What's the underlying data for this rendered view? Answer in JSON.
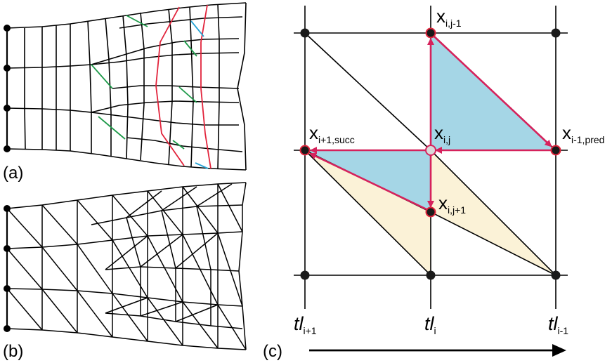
{
  "panels": {
    "a": {
      "label": "(a)"
    },
    "b": {
      "label": "(b)"
    },
    "c": {
      "label": "(c)"
    }
  },
  "nodes": {
    "x_ij_minus1": {
      "main": "x",
      "sub": "i,j-1"
    },
    "x_ij": {
      "main": "x",
      "sub": "i,j"
    },
    "x_i_plus1_succ": {
      "main": "x",
      "sub": "i+1,succ"
    },
    "x_i_minus1_pred": {
      "main": "x",
      "sub": "i-1,pred"
    },
    "x_ij_plus1": {
      "main": "x",
      "sub": "i,j+1"
    }
  },
  "timelines": [
    {
      "main": "tl",
      "sub": "i+1"
    },
    {
      "main": "tl",
      "sub": "i"
    },
    {
      "main": "tl",
      "sub": "i-1"
    }
  ],
  "colors": {
    "edge_red": "#e2243c",
    "edge_green": "#1f9a4a",
    "edge_blue": "#27a3d4",
    "arrow_magenta": "#d6225c",
    "fill_blue": "#a5d6e6",
    "fill_cream": "#fbf2d7",
    "node_center": "#d9d9d9"
  }
}
